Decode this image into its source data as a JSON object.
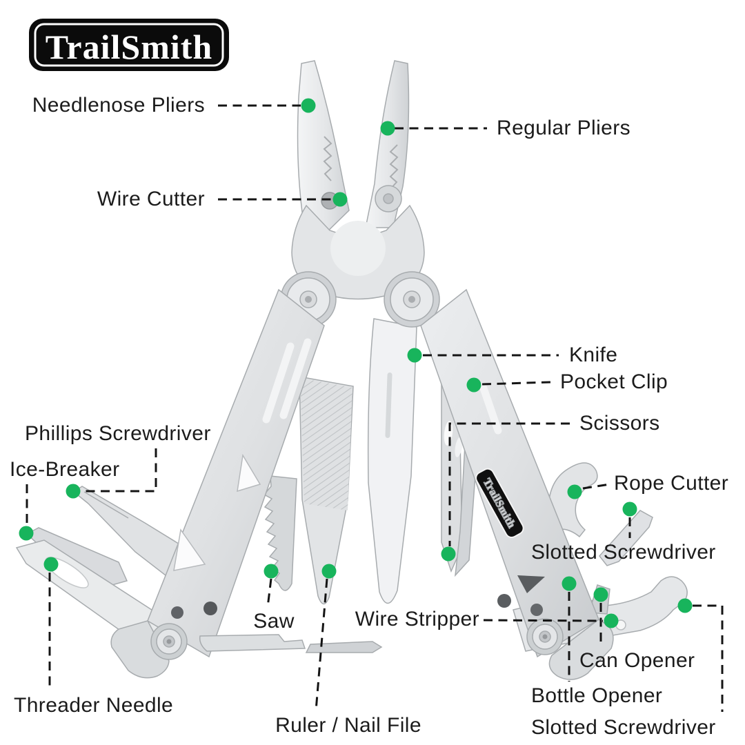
{
  "brand": {
    "logo_text": "TrailSmith",
    "badge_text": "TrailSmith"
  },
  "colors": {
    "dot": "#18b45c",
    "line": "#141414",
    "label": "#1b1b1b",
    "logo_bg": "#0b0b0b",
    "logo_text": "#ffffff",
    "metal_light": "#f1f2f4",
    "metal_mid": "#dcdee1",
    "metal_dark": "#c6c9cc"
  },
  "labels": {
    "needlenose_pliers": "Needlenose Pliers",
    "regular_pliers": "Regular Pliers",
    "wire_cutter": "Wire Cutter",
    "knife": "Knife",
    "pocket_clip": "Pocket Clip",
    "scissors": "Scissors",
    "phillips_screwdriver": "Phillips Screwdriver",
    "ice_breaker": "Ice-Breaker",
    "rope_cutter": "Rope Cutter",
    "slotted_screwdriver_right": "Slotted Screwdriver",
    "saw": "Saw",
    "wire_stripper": "Wire Stripper",
    "can_opener": "Can Opener",
    "bottle_opener": "Bottle Opener",
    "threader_needle": "Threader Needle",
    "ruler_nail_file": "Ruler / Nail File",
    "slotted_screwdriver_bottom": "Slotted Screwdriver"
  }
}
